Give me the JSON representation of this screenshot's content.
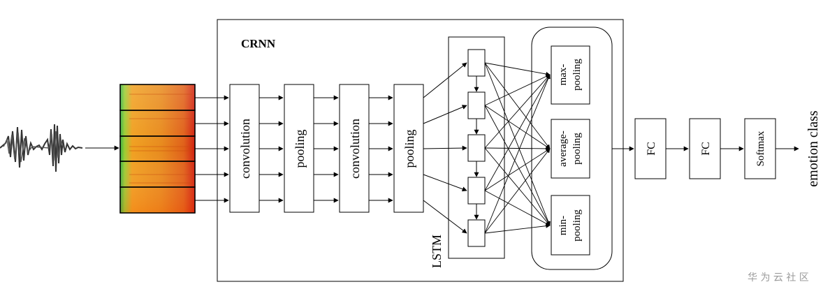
{
  "diagram": {
    "crnn_label": "CRNN",
    "lstm_label": "LSTM",
    "stages": {
      "conv1": "convolution",
      "pool1": "pooling",
      "conv2": "convolution",
      "pool2": "pooling"
    },
    "pooling_ops": {
      "max_line1": "max-",
      "max_line2": "pooling",
      "avg_line1": "average-",
      "avg_line2": "pooling",
      "min_line1": "min-",
      "min_line2": "pooling"
    },
    "fc1": "FC",
    "fc2": "FC",
    "softmax": "Softmax",
    "output": "emotion class"
  },
  "watermark": "华 为 云 社 区",
  "colors": {
    "line": "#000000",
    "spectrogram_low": "#f0a020",
    "spectrogram_high": "#d02010",
    "spectrogram_edge": "#3cb043"
  }
}
